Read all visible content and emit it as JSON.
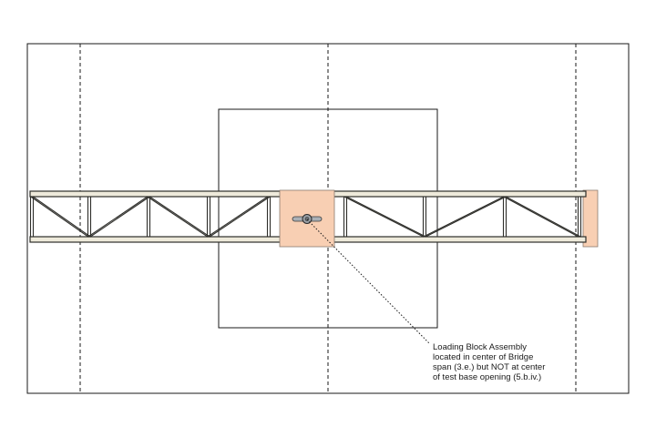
{
  "colors": {
    "outline": "#1a1a1a",
    "truss_member": "#2e2e2a",
    "chord_fill": "#eeeadb",
    "loading_block": "#f8cfb3",
    "loading_block_edge": "#8a7a6e",
    "end_plate": "#f8cfb3",
    "bolt": "#9aa0a6",
    "background": "#ffffff"
  },
  "icons": {
    "loading_bolt": "wing-nut-icon"
  },
  "callout": {
    "lines": [
      "Loading Block Assembly",
      "located in center of Bridge",
      "span (3.e.) but NOT at center",
      "of test base opening (5.b.iv.)"
    ]
  }
}
